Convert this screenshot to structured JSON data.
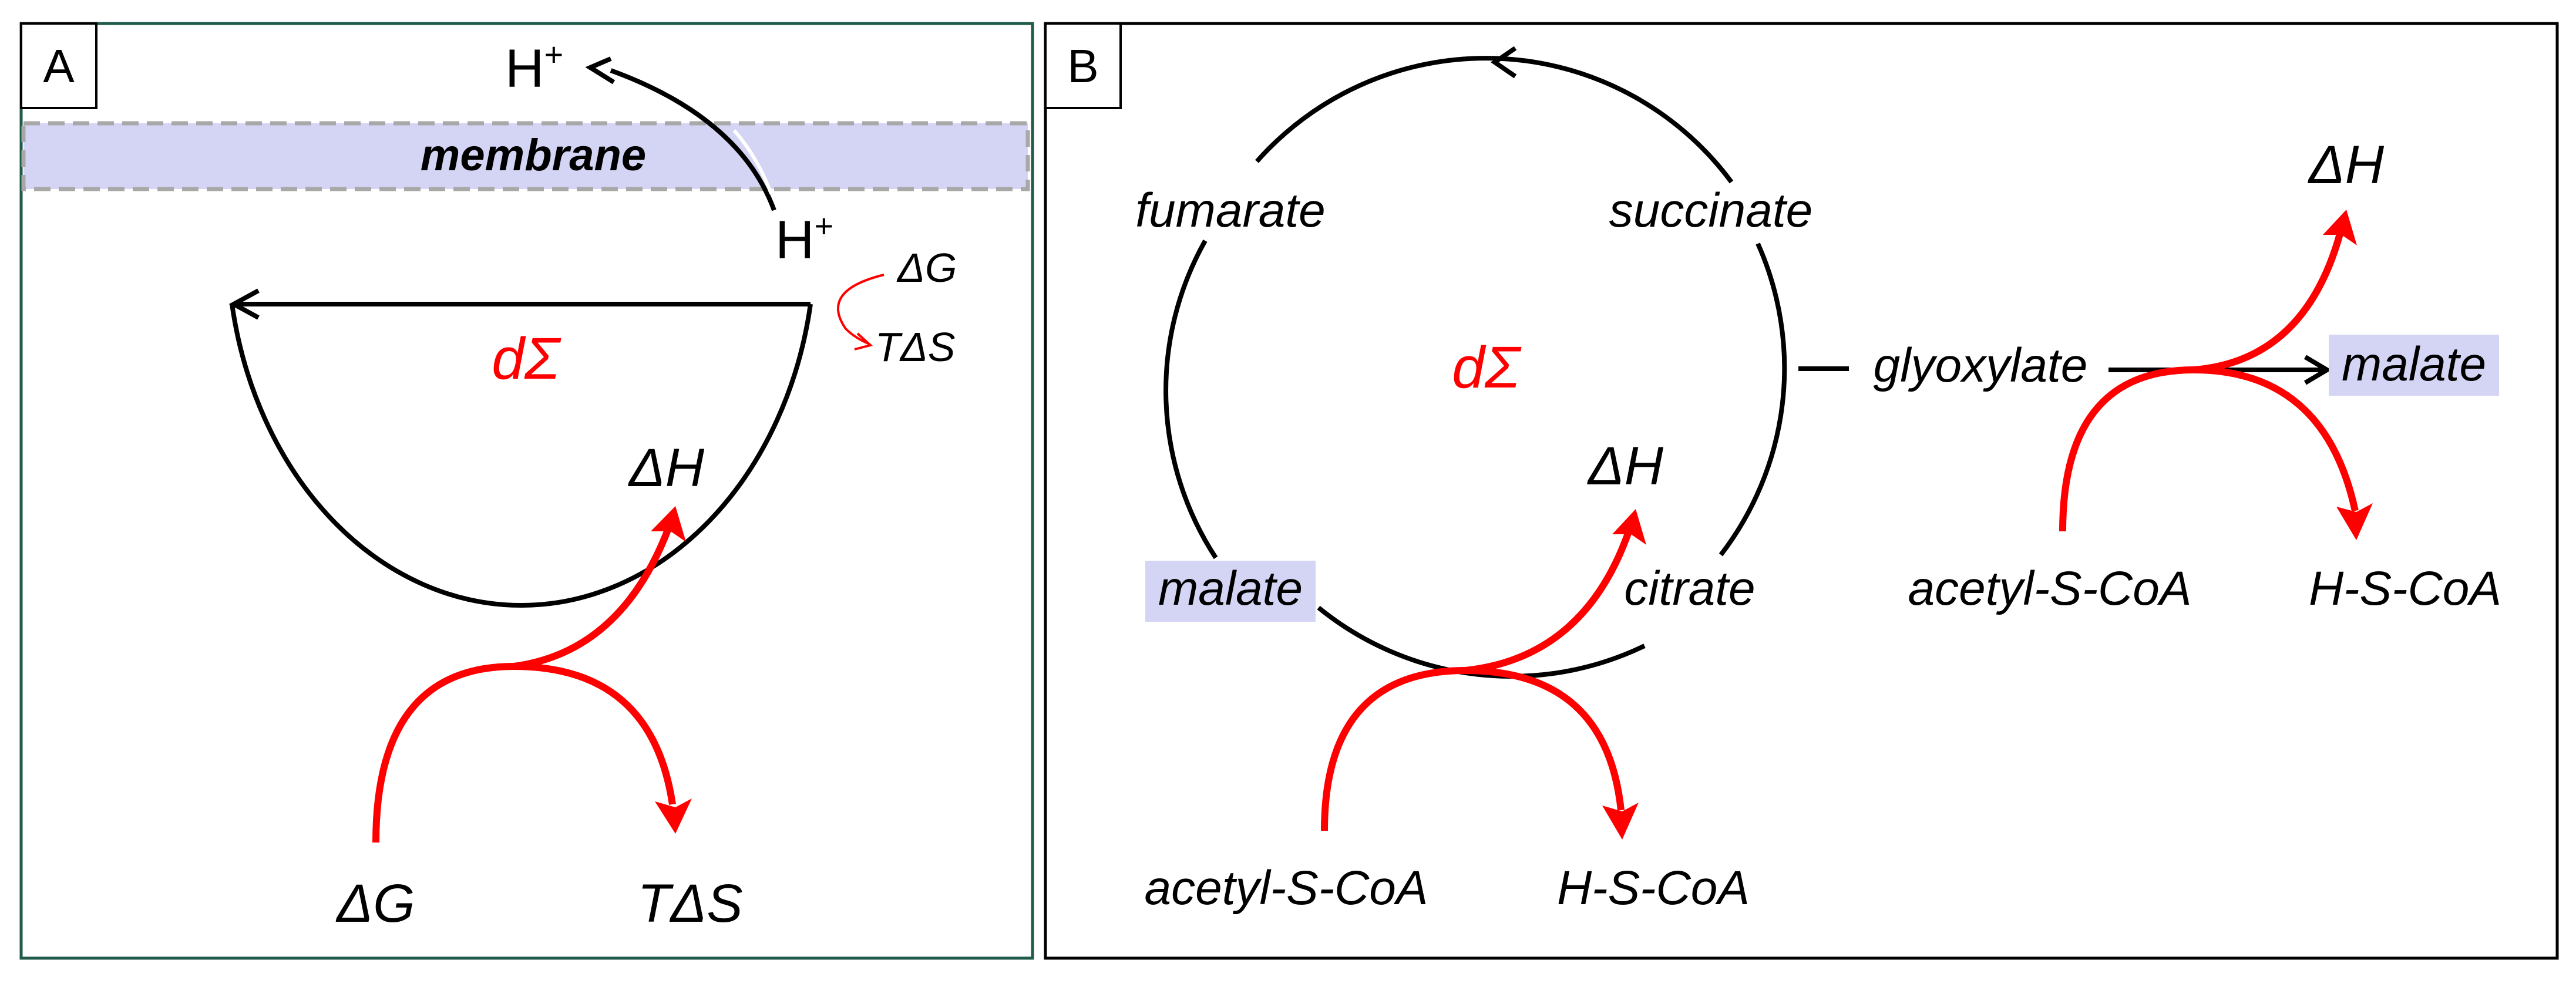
{
  "panel_a": {
    "label": "A",
    "membrane_label": "membrane",
    "proton_out": "H",
    "proton_out_sup": "+",
    "proton_in": "H",
    "proton_in_sup": "+",
    "small_dG": "ΔG",
    "small_TdS": "TΔS",
    "d_sigma": "dΣ",
    "dH": "ΔH",
    "dG": "ΔG",
    "TdS": "TΔS"
  },
  "panel_b": {
    "label": "B",
    "fumarate": "fumarate",
    "succinate": "succinate",
    "d_sigma": "dΣ",
    "dH_cycle": "ΔH",
    "malate_cycle": "malate",
    "citrate": "citrate",
    "acetyl_bottom": "acetyl-S-CoA",
    "hscoa_bottom": "H-S-CoA",
    "glyoxylate": "glyoxylate",
    "dH_shunt": "ΔH",
    "malate_shunt": "malate",
    "acetyl_shunt": "acetyl-S-CoA",
    "hscoa_shunt": "H-S-CoA"
  },
  "colors": {
    "red": "#ff0000",
    "black": "#000000",
    "membrane_fill": "#d4d4f4",
    "highlight": "#d4d4f4",
    "panel_a_border": "#1f5a4a"
  }
}
